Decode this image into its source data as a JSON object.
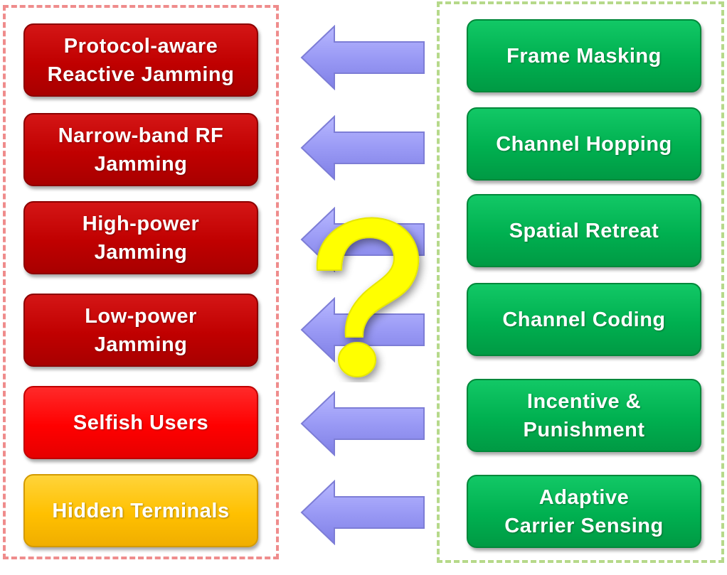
{
  "threats": [
    {
      "label": "Protocol-aware\nReactive Jamming",
      "color": "#c00000"
    },
    {
      "label": "Narrow-band RF\nJamming",
      "color": "#c00000"
    },
    {
      "label": "High-power\nJamming",
      "color": "#c00000"
    },
    {
      "label": "Low-power\nJamming",
      "color": "#c00000"
    },
    {
      "label": "Selfish Users",
      "color": "#ff0000"
    },
    {
      "label": "Hidden Terminals",
      "color": "#ffc000"
    }
  ],
  "countermeasures": [
    {
      "label": "Frame Masking"
    },
    {
      "label": "Channel Hopping"
    },
    {
      "label": "Spatial Retreat"
    },
    {
      "label": "Channel Coding"
    },
    {
      "label": "Incentive &\nPunishment"
    },
    {
      "label": "Adaptive\nCarrier Sensing"
    }
  ],
  "colors": {
    "countermeasure": "#00b050",
    "arrow": "#9999ff",
    "question_mark": "#ffff00",
    "threat_frame": "#ef8c8c",
    "countermeasure_frame": "#b6d98a"
  },
  "question_mark": "?"
}
